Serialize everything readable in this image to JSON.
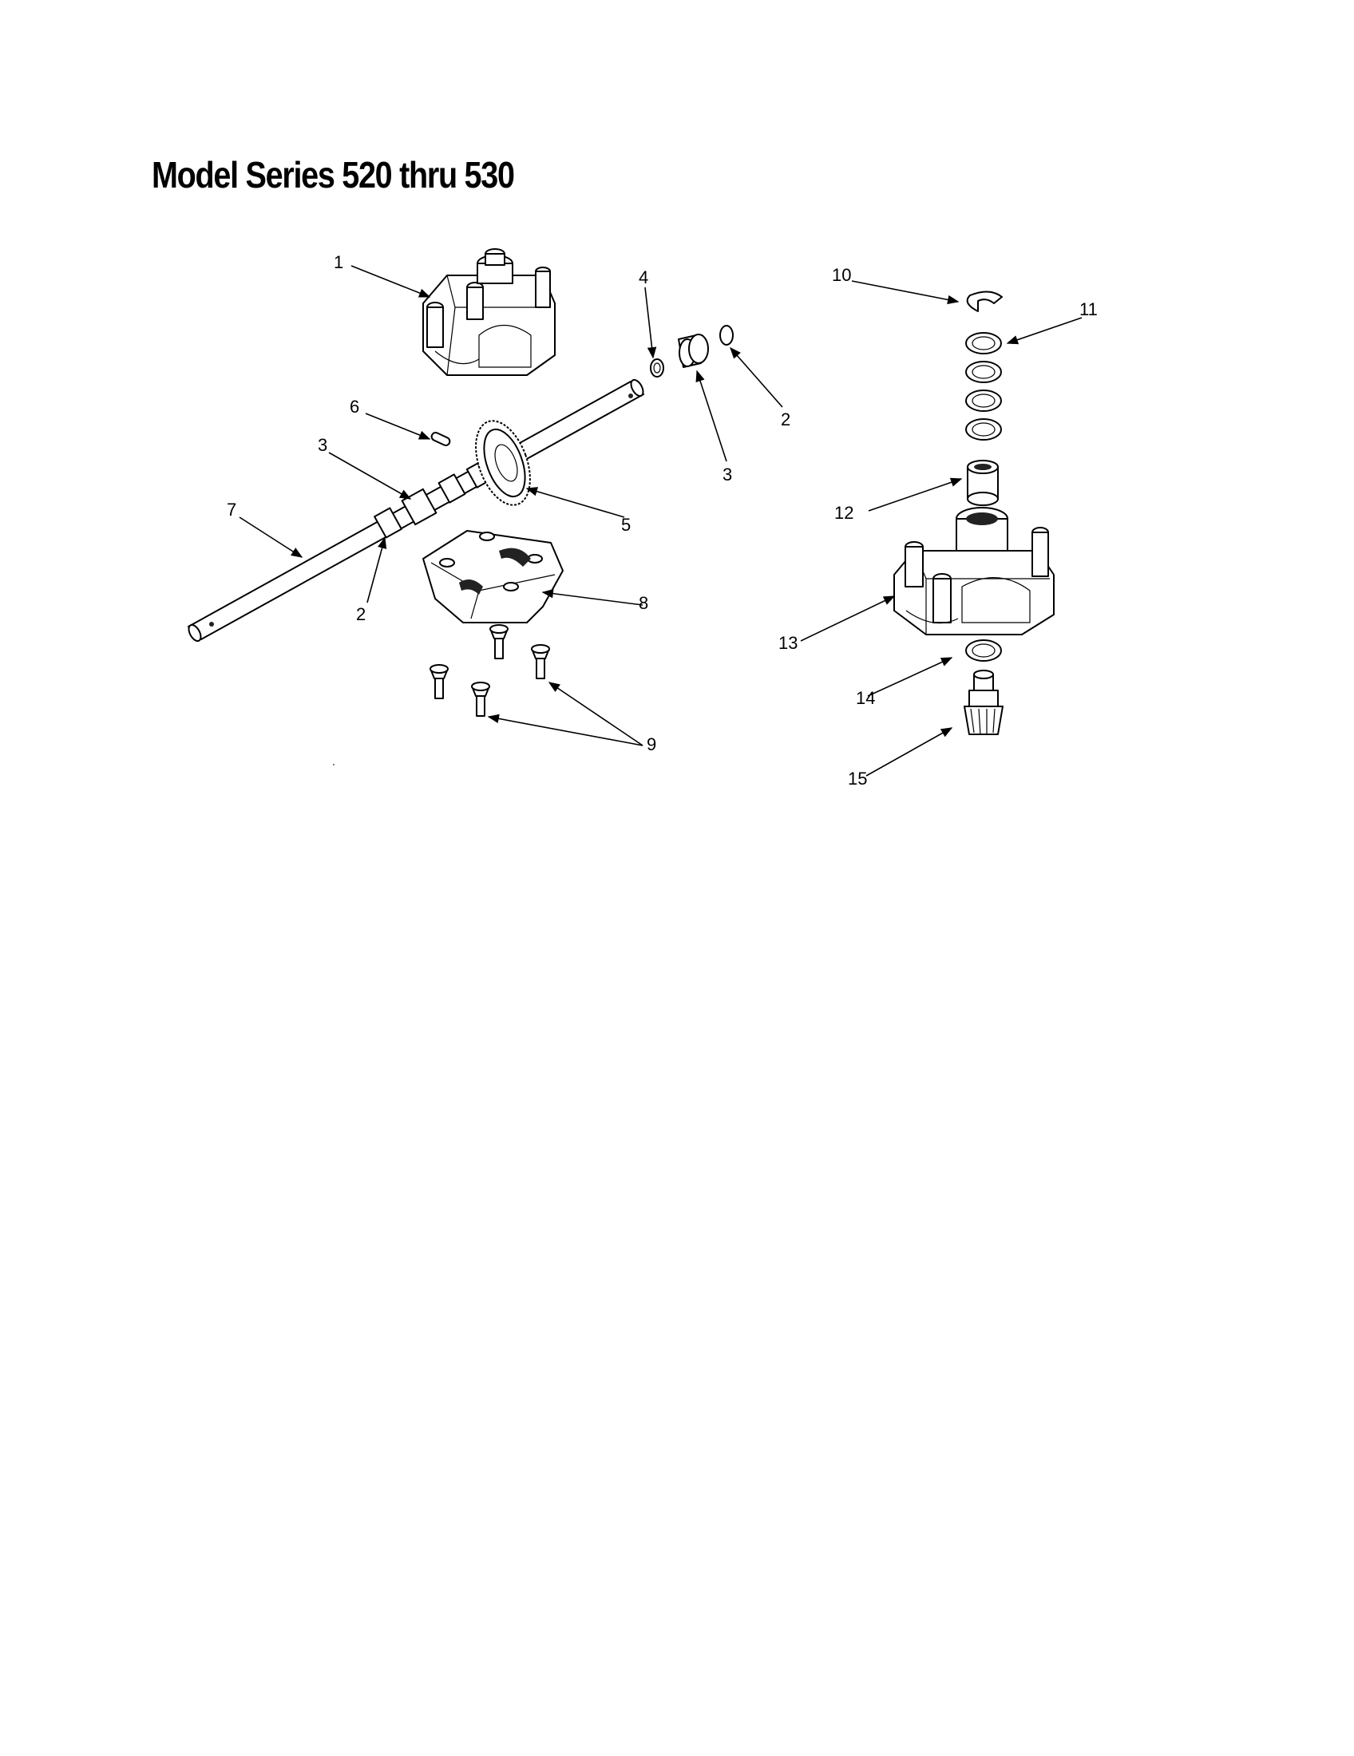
{
  "title": "Model Series 520 thru 530",
  "callouts": {
    "c1": "1",
    "c2a": "2",
    "c2b": "2",
    "c3a": "3",
    "c3b": "3",
    "c4": "4",
    "c5": "5",
    "c6": "6",
    "c7": "7",
    "c8": "8",
    "c9": "9",
    "c10": "10",
    "c11": "11",
    "c12": "12",
    "c13": "13",
    "c14": "14",
    "c15": "15"
  }
}
